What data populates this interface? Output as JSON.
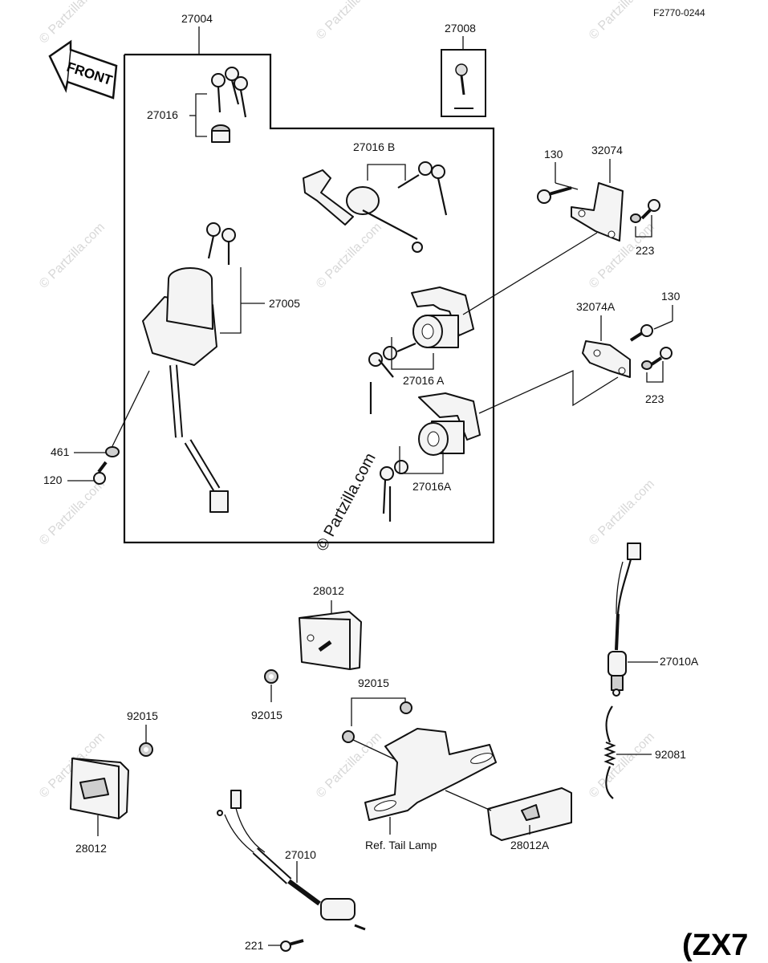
{
  "diagram": {
    "drawing_code": "F2770-0244",
    "front_label": "FRONT",
    "model_code": "(ZX7",
    "watermark": "© Partzilla.com",
    "center_watermark": "© Partzilla.com",
    "tail_lamp_ref": "Ref. Tail Lamp"
  },
  "labels": {
    "p27004": "27004",
    "p27008": "27008",
    "p27016": "27016",
    "p27016b": "27016 B",
    "p130_top": "130",
    "p32074": "32074",
    "p223_top": "223",
    "p27005": "27005",
    "p32074a": "32074A",
    "p130_mid": "130",
    "p27016a_1": "27016 A",
    "p223_mid": "223",
    "p461": "461",
    "p120": "120",
    "p27016a_2": "27016A",
    "p28012_top": "28012",
    "p92015_center": "92015",
    "p92015_pair": "92015",
    "p27010a": "27010A",
    "p92015_left": "92015",
    "p92081": "92081",
    "p28012_left": "28012",
    "p28012a": "28012A",
    "p27010": "27010",
    "p221": "221"
  }
}
